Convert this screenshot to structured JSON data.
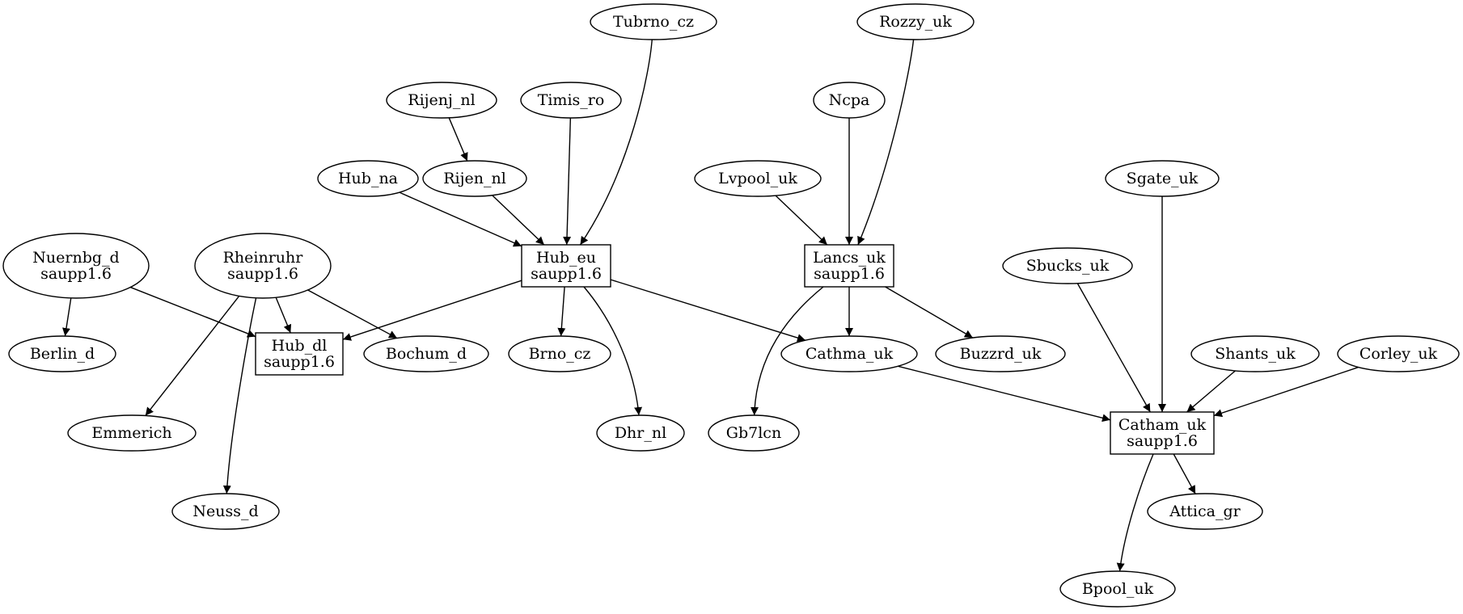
{
  "diagram": {
    "nodes": [
      {
        "id": "tubrno",
        "lines": [
          "Tubrno_cz"
        ],
        "shape": "ellipse"
      },
      {
        "id": "rozzy",
        "lines": [
          "Rozzy_uk"
        ],
        "shape": "ellipse"
      },
      {
        "id": "rijenj",
        "lines": [
          "Rijenj_nl"
        ],
        "shape": "ellipse"
      },
      {
        "id": "timis",
        "lines": [
          "Timis_ro"
        ],
        "shape": "ellipse"
      },
      {
        "id": "ncpa",
        "lines": [
          "Ncpa"
        ],
        "shape": "ellipse"
      },
      {
        "id": "hubna",
        "lines": [
          "Hub_na"
        ],
        "shape": "ellipse"
      },
      {
        "id": "rijen",
        "lines": [
          "Rijen_nl"
        ],
        "shape": "ellipse"
      },
      {
        "id": "lvpool",
        "lines": [
          "Lvpool_uk"
        ],
        "shape": "ellipse"
      },
      {
        "id": "sgate",
        "lines": [
          "Sgate_uk"
        ],
        "shape": "ellipse"
      },
      {
        "id": "nuernbg",
        "lines": [
          "Nuernbg_d",
          "saupp1.6"
        ],
        "shape": "ellipse"
      },
      {
        "id": "rheinruhr",
        "lines": [
          "Rheinruhr",
          "saupp1.6"
        ],
        "shape": "ellipse"
      },
      {
        "id": "hubeu",
        "lines": [
          "Hub_eu",
          "saupp1.6"
        ],
        "shape": "box"
      },
      {
        "id": "lancs",
        "lines": [
          "Lancs_uk",
          "saupp1.6"
        ],
        "shape": "box"
      },
      {
        "id": "sbucks",
        "lines": [
          "Sbucks_uk"
        ],
        "shape": "ellipse"
      },
      {
        "id": "berlin",
        "lines": [
          "Berlin_d"
        ],
        "shape": "ellipse"
      },
      {
        "id": "hubdl",
        "lines": [
          "Hub_dl",
          "saupp1.6"
        ],
        "shape": "box"
      },
      {
        "id": "bochum",
        "lines": [
          "Bochum_d"
        ],
        "shape": "ellipse"
      },
      {
        "id": "brno",
        "lines": [
          "Brno_cz"
        ],
        "shape": "ellipse"
      },
      {
        "id": "cathma",
        "lines": [
          "Cathma_uk"
        ],
        "shape": "ellipse"
      },
      {
        "id": "buzzrd",
        "lines": [
          "Buzzrd_uk"
        ],
        "shape": "ellipse"
      },
      {
        "id": "shants",
        "lines": [
          "Shants_uk"
        ],
        "shape": "ellipse"
      },
      {
        "id": "corley",
        "lines": [
          "Corley_uk"
        ],
        "shape": "ellipse"
      },
      {
        "id": "emmerich",
        "lines": [
          "Emmerich"
        ],
        "shape": "ellipse"
      },
      {
        "id": "dhr",
        "lines": [
          "Dhr_nl"
        ],
        "shape": "ellipse"
      },
      {
        "id": "gb7lcn",
        "lines": [
          "Gb7lcn"
        ],
        "shape": "ellipse"
      },
      {
        "id": "catham",
        "lines": [
          "Catham_uk",
          "saupp1.6"
        ],
        "shape": "box"
      },
      {
        "id": "neuss",
        "lines": [
          "Neuss_d"
        ],
        "shape": "ellipse"
      },
      {
        "id": "attica",
        "lines": [
          "Attica_gr"
        ],
        "shape": "ellipse"
      },
      {
        "id": "bpool",
        "lines": [
          "Bpool_uk"
        ],
        "shape": "ellipse"
      }
    ],
    "edges": [
      {
        "from": "tubrno",
        "to": "hubeu"
      },
      {
        "from": "timis",
        "to": "hubeu"
      },
      {
        "from": "rijenj",
        "to": "rijen"
      },
      {
        "from": "rijen",
        "to": "hubeu"
      },
      {
        "from": "hubna",
        "to": "hubeu"
      },
      {
        "from": "rozzy",
        "to": "lancs"
      },
      {
        "from": "ncpa",
        "to": "lancs"
      },
      {
        "from": "lvpool",
        "to": "lancs"
      },
      {
        "from": "nuernbg",
        "to": "berlin"
      },
      {
        "from": "nuernbg",
        "to": "hubdl"
      },
      {
        "from": "rheinruhr",
        "to": "hubdl"
      },
      {
        "from": "rheinruhr",
        "to": "bochum"
      },
      {
        "from": "rheinruhr",
        "to": "emmerich"
      },
      {
        "from": "rheinruhr",
        "to": "neuss"
      },
      {
        "from": "hubeu",
        "to": "hubdl"
      },
      {
        "from": "hubeu",
        "to": "brno"
      },
      {
        "from": "hubeu",
        "to": "dhr"
      },
      {
        "from": "hubeu",
        "to": "cathma"
      },
      {
        "from": "lancs",
        "to": "gb7lcn"
      },
      {
        "from": "lancs",
        "to": "cathma"
      },
      {
        "from": "lancs",
        "to": "buzzrd"
      },
      {
        "from": "cathma",
        "to": "catham"
      },
      {
        "from": "sgate",
        "to": "catham"
      },
      {
        "from": "sbucks",
        "to": "catham"
      },
      {
        "from": "shants",
        "to": "catham"
      },
      {
        "from": "corley",
        "to": "catham"
      },
      {
        "from": "catham",
        "to": "attica"
      },
      {
        "from": "catham",
        "to": "bpool"
      }
    ]
  }
}
